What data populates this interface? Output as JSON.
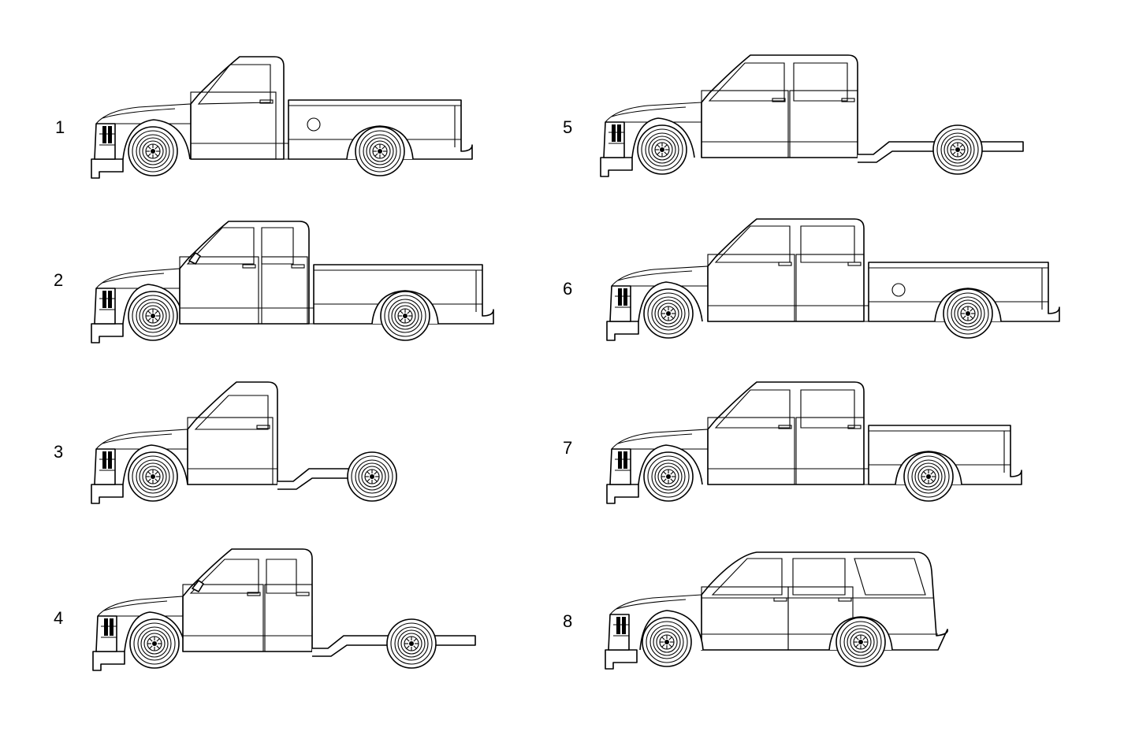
{
  "vehicles": [
    {
      "number": "1",
      "body": "regular-cab-pickup"
    },
    {
      "number": "2",
      "body": "extended-cab-pickup"
    },
    {
      "number": "3",
      "body": "regular-cab-chassis"
    },
    {
      "number": "4",
      "body": "extended-cab-chassis"
    },
    {
      "number": "5",
      "body": "crew-cab-chassis"
    },
    {
      "number": "6",
      "body": "crew-cab-pickup-long"
    },
    {
      "number": "7",
      "body": "crew-cab-pickup"
    },
    {
      "number": "8",
      "body": "suv"
    }
  ]
}
